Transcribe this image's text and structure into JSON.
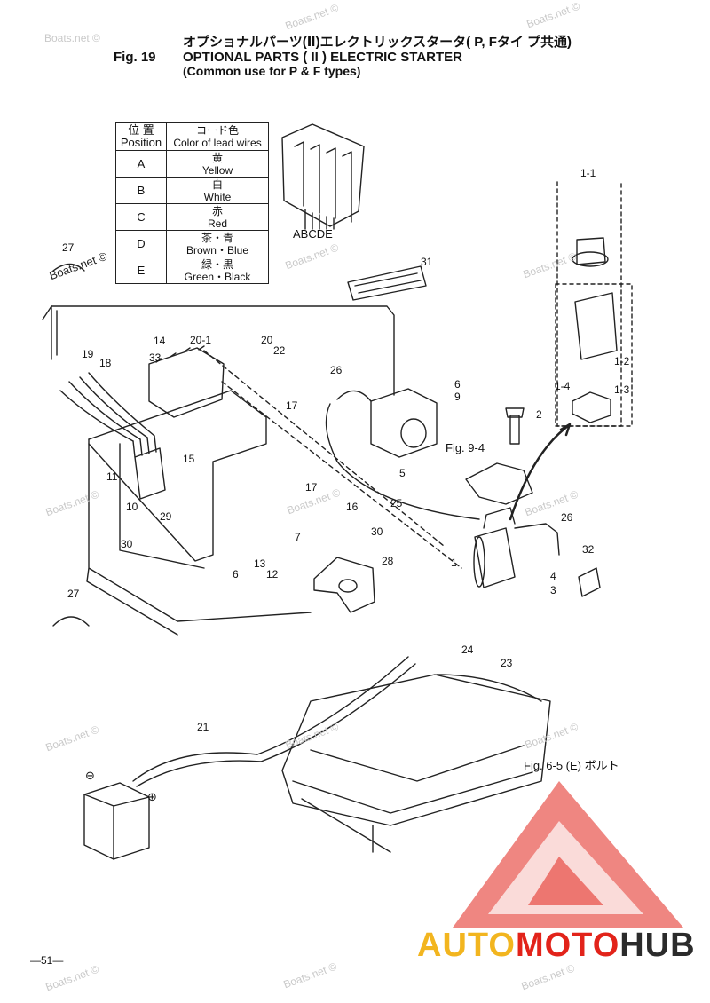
{
  "header": {
    "title_jp": "オプショナルパーツ(Ⅱ)エレクトリックスタータ( P, Fタイ プ共通)",
    "fig_label": "Fig. 19",
    "title_en": "OPTIONAL PARTS ( II ) ELECTRIC STARTER",
    "subtitle": "(Common use for P & F types)"
  },
  "lead_table": {
    "head_pos_jp": "位 置",
    "head_pos_en": "Position",
    "head_col_jp": "コード色",
    "head_col_en": "Color of lead wires",
    "rows": [
      {
        "pos": "A",
        "jp": "黄",
        "en": "Yellow"
      },
      {
        "pos": "B",
        "jp": "白",
        "en": "White"
      },
      {
        "pos": "C",
        "jp": "赤",
        "en": "Red"
      },
      {
        "pos": "D",
        "jp": "茶・青",
        "en": "Brown・Blue"
      },
      {
        "pos": "E",
        "jp": "緑・黒",
        "en": "Green・Black"
      }
    ]
  },
  "connector_label": "ABCDE",
  "callouts": [
    "27",
    "31",
    "1-1",
    "19",
    "18",
    "33",
    "14",
    "20-1",
    "20",
    "22",
    "1-2",
    "1-4",
    "1-3",
    "26",
    "6",
    "9",
    "17",
    "2",
    "11",
    "15",
    "Fig. 9-4",
    "10",
    "29",
    "17",
    "16",
    "7",
    "30",
    "5",
    "25",
    "26",
    "30",
    "13",
    "12",
    "6",
    "28",
    "32",
    "4",
    "3",
    "1",
    "27",
    "24",
    "23",
    "21",
    "Fig. 6-5 (E) ボルト"
  ],
  "watermark": "Boats.net ©",
  "page_number": "—51—",
  "logo": {
    "part1": "AUTO",
    "part2": "MOTO",
    "part3": "HUB",
    "color1": "#f2b51f",
    "color2": "#e2231a",
    "color3": "#2b2b2b"
  }
}
